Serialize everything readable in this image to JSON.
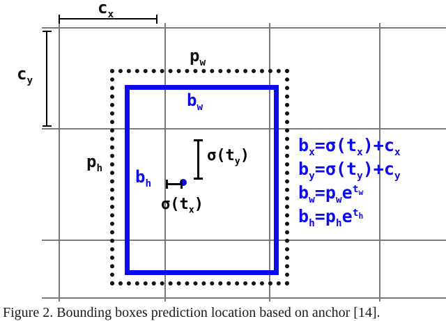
{
  "colors": {
    "blue": "#0b0bee",
    "grid": "#7a7a7a",
    "black": "#121212"
  },
  "labels": {
    "cx": {
      "base": "c",
      "sub": "x"
    },
    "cy": {
      "base": "c",
      "sub": "y"
    },
    "pw": {
      "base": "p",
      "sub": "w"
    },
    "ph": {
      "base": "p",
      "sub": "h"
    },
    "bw": {
      "base": "b",
      "sub": "w"
    },
    "bh": {
      "base": "b",
      "sub": "h"
    },
    "sigma_ty": {
      "pre": "σ(t",
      "sub": "y",
      "post": ")"
    },
    "sigma_tx": {
      "pre": "σ(t",
      "sub": "x",
      "post": ")"
    }
  },
  "equations": {
    "bx": {
      "p1": "b",
      "s1": "x",
      "p2": "=σ(t",
      "s2": "x",
      "p3": ")+c",
      "s3": "x"
    },
    "by": {
      "p1": "b",
      "s1": "y",
      "p2": "=σ(t",
      "s2": "y",
      "p3": ")+c",
      "s3": "y"
    },
    "bw": {
      "p1": "b",
      "s1": "w",
      "p2": "=p",
      "s2": "w",
      "p3": "e",
      "sup": "t",
      "supsub": "w"
    },
    "bh": {
      "p1": "b",
      "s1": "h",
      "p2": "=p",
      "s2": "h",
      "p3": "e",
      "sup": "t",
      "supsub": "h"
    }
  },
  "caption": "Figure 2. Bounding boxes prediction location based on anchor [14]."
}
